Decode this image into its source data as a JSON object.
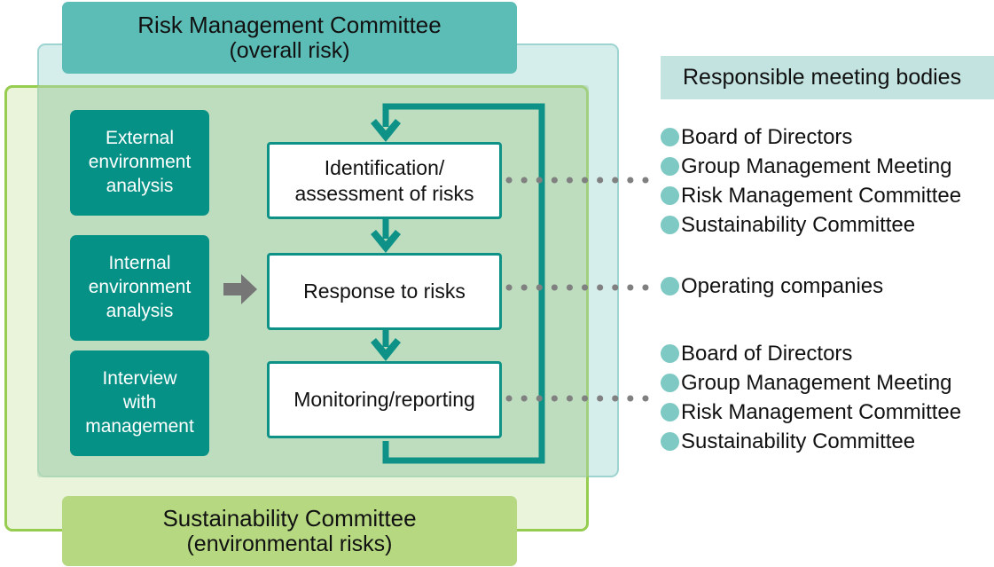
{
  "diagram": {
    "title_banner": {
      "line1": "Risk Management Committee",
      "line2": "(overall risk)"
    },
    "footer_banner": {
      "line1": "Sustainability Committee",
      "line2": "(environmental risks)"
    },
    "inputs": [
      {
        "label": "External\nenvironment\nanalysis"
      },
      {
        "label": "Internal\nenvironment\nanalysis"
      },
      {
        "label": "Interview\nwith\nmanagement"
      }
    ],
    "process_steps": [
      {
        "label": "Identification/\nassessment of risks"
      },
      {
        "label": "Response to risks"
      },
      {
        "label": "Monitoring/reporting"
      }
    ],
    "legend": {
      "header": "Responsible meeting bodies",
      "groups": [
        {
          "items": [
            "Board of Directors",
            "Group Management Meeting",
            "Risk Management Committee",
            "Sustainability Committee"
          ]
        },
        {
          "items": [
            "Operating companies"
          ]
        },
        {
          "items": [
            "Board of Directors",
            "Group Management Meeting",
            "Risk Management Committee",
            "Sustainability Committee"
          ]
        }
      ]
    },
    "colors": {
      "teal_banner": "#5cbcb6",
      "green_banner": "#b5d881",
      "teal_box": "#069186",
      "teal_border": "#0e9287",
      "green_border": "#96cc4f",
      "legend_header_bg": "#c3e3e0",
      "legend_bullet": "#7ec9c4",
      "dotted_connector": "#808080",
      "gray_arrow": "#767676"
    }
  }
}
